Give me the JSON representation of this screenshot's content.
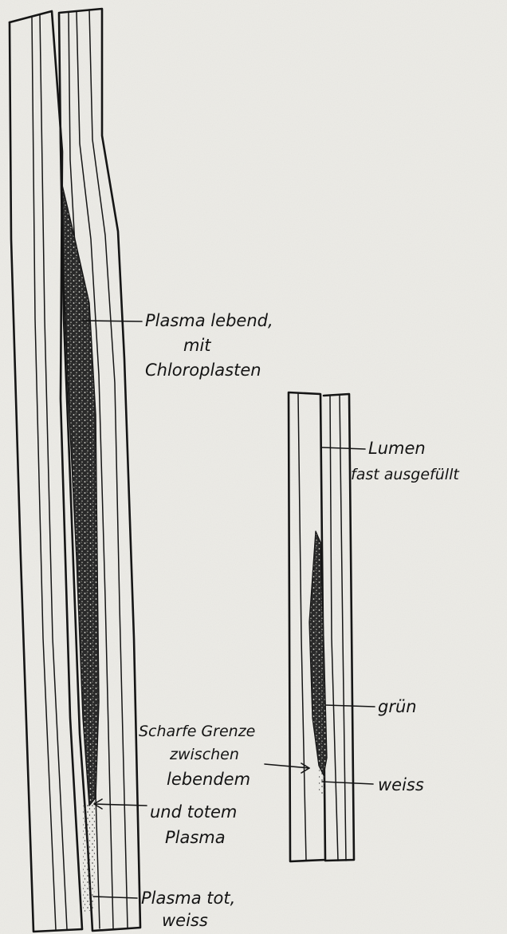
{
  "figure": {
    "labels": {
      "plasma_living": [
        "Plasma lebend,",
        "mit",
        "Chloroplasten"
      ],
      "lumen": [
        "Lumen",
        "fast ausgefüllt"
      ],
      "green": "grün",
      "boundary": [
        "Scharfe Grenze",
        "zwischen",
        "lebendem",
        "und totem",
        "Plasma"
      ],
      "white": "weiss",
      "plasma_dead": [
        "Plasma tot,",
        "weiss"
      ]
    }
  }
}
